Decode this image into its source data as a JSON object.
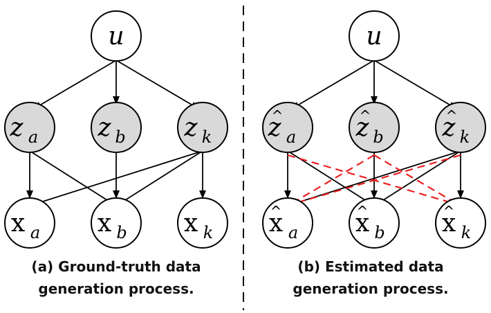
{
  "colors": {
    "shaded_node": "#d9d9d9",
    "plain_node": "#ffffff",
    "edge": "#000000",
    "dashed_edge": "#e8201f"
  },
  "panels": [
    {
      "caption_line1": "(a) Ground-truth data",
      "caption_line2": "generation process.",
      "u": {
        "base": "u"
      },
      "z_a": {
        "base": "z",
        "sub": "a"
      },
      "z_b": {
        "base": "z",
        "sub": "b"
      },
      "z_k": {
        "base": "z",
        "sub": "k"
      },
      "x_a": {
        "base": "x",
        "sub": "a"
      },
      "x_b": {
        "base": "x",
        "sub": "b"
      },
      "x_k": {
        "base": "x",
        "sub": "k"
      }
    },
    {
      "caption_line1": "(b) Estimated data",
      "caption_line2": "generation process.",
      "u": {
        "base": "u"
      },
      "z_a": {
        "base": "z",
        "sub": "a",
        "hat": "^"
      },
      "z_b": {
        "base": "z",
        "sub": "b",
        "hat": "^"
      },
      "z_k": {
        "base": "z",
        "sub": "k",
        "hat": "^"
      },
      "x_a": {
        "base": "x",
        "sub": "a",
        "hat": "^"
      },
      "x_b": {
        "base": "x",
        "sub": "b",
        "hat": "^"
      },
      "x_k": {
        "base": "x",
        "sub": "k",
        "hat": "^"
      }
    }
  ]
}
